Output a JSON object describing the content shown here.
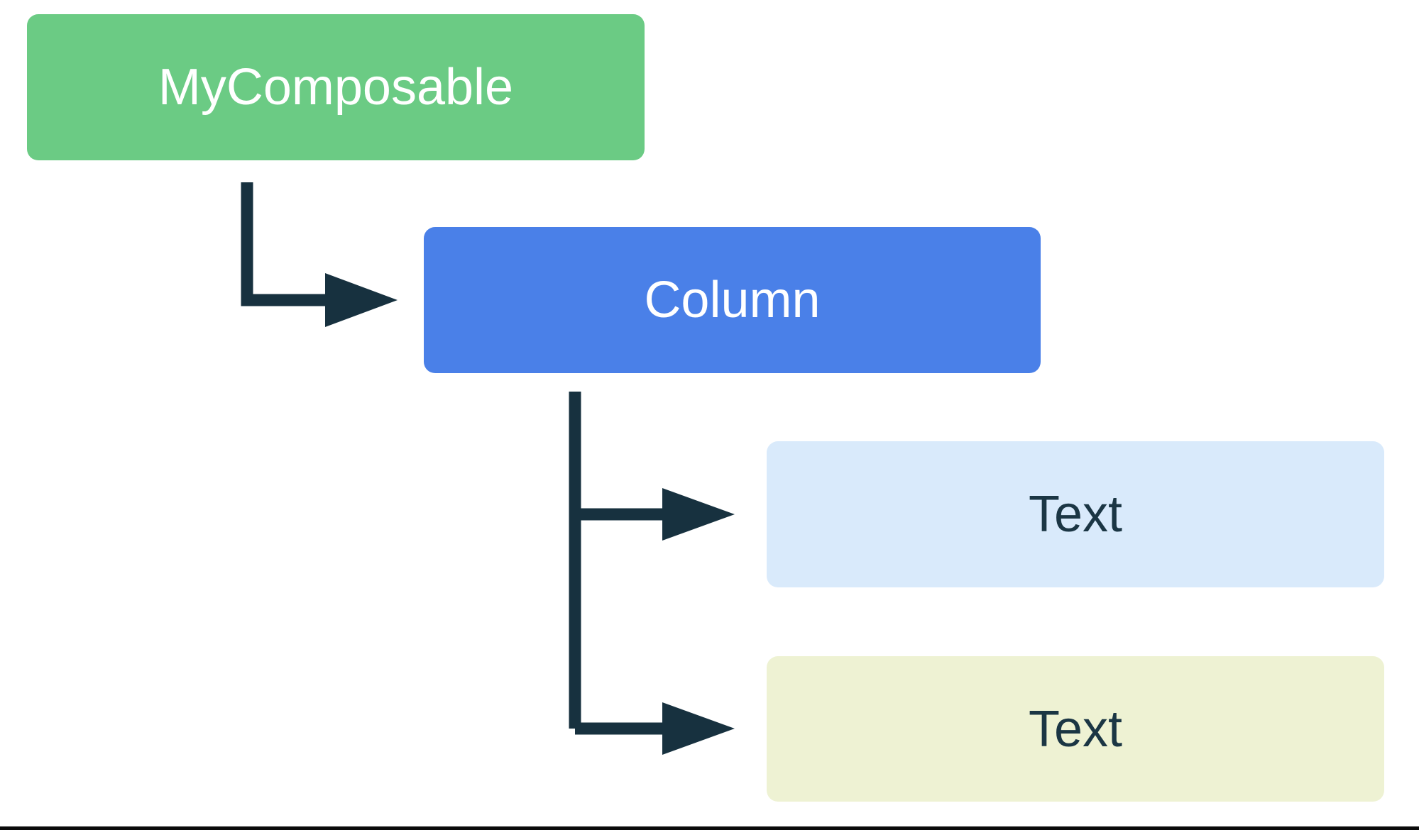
{
  "diagram": {
    "kind": "composable-hierarchy-tree",
    "nodes": [
      {
        "id": "mycomposable",
        "label": "MyComposable",
        "fill": "#6BCB84",
        "text_color": "#FFFFFF"
      },
      {
        "id": "column",
        "label": "Column",
        "fill": "#4A80E8",
        "text_color": "#FFFFFF"
      },
      {
        "id": "text-1",
        "label": "Text",
        "fill": "#D9EAFB",
        "text_color": "#1B3644"
      },
      {
        "id": "text-2",
        "label": "Text",
        "fill": "#EEF2D3",
        "text_color": "#1B3644"
      }
    ],
    "edges": [
      {
        "from": "mycomposable",
        "to": "column"
      },
      {
        "from": "column",
        "to": "text-1"
      },
      {
        "from": "column",
        "to": "text-2"
      }
    ],
    "arrow_color": "#17313F",
    "bottom_rule_color": "#0A0A0A"
  }
}
